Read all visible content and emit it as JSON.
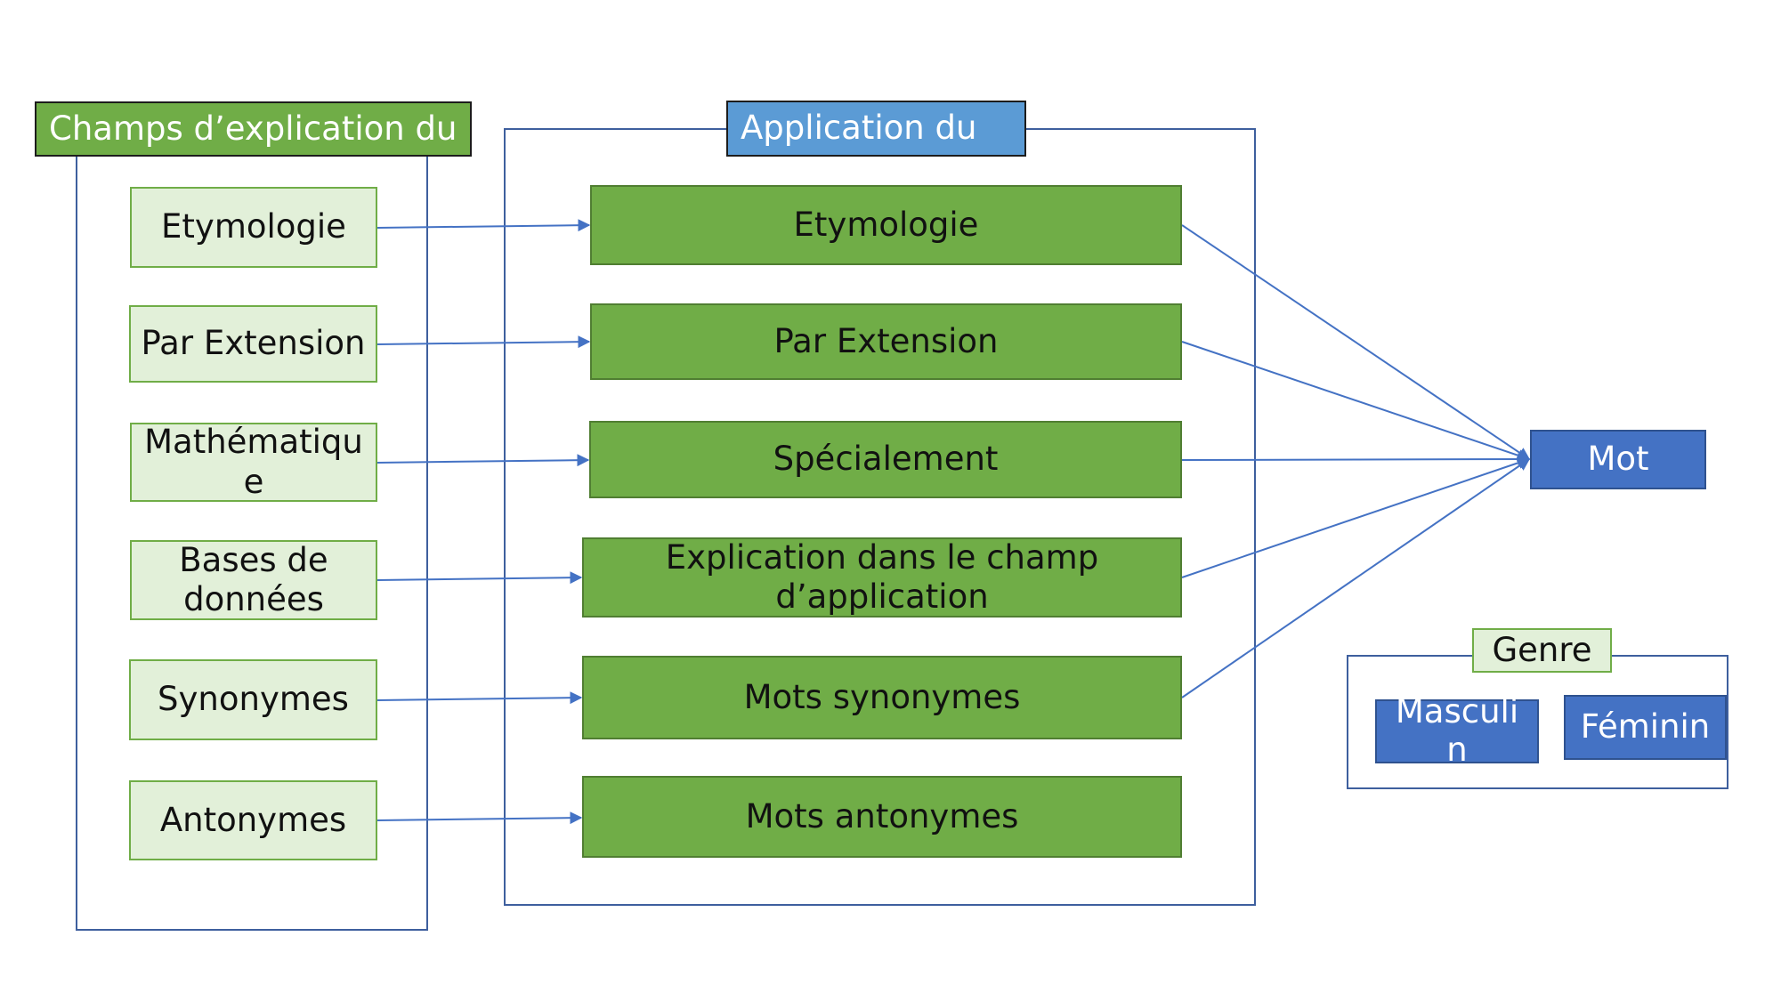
{
  "colors": {
    "frame": "#3e5f9e",
    "light_green": "#e2f0d9",
    "green": "#70ad47",
    "header_blue": "#5b9bd5",
    "blue": "#4472c4",
    "connector": "#4472c4"
  },
  "left_panel": {
    "title": "Champs d’explication du",
    "items": [
      "Etymologie",
      "Par Extension",
      "Mathématique",
      "Bases de données",
      "Synonymes",
      "Antonymes"
    ]
  },
  "middle_panel": {
    "title": "Application du",
    "items": [
      "Etymologie",
      "Par Extension",
      "Spécialement",
      "Explication dans le champ d’application",
      "Mots synonymes",
      "Mots antonymes"
    ]
  },
  "target": {
    "label": "Mot"
  },
  "genre": {
    "label": "Genre",
    "options": [
      "Masculin",
      "Féminin"
    ]
  }
}
